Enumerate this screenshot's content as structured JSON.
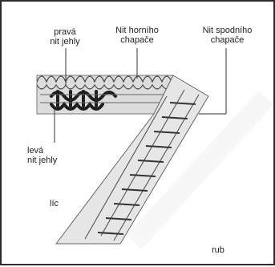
{
  "labels": {
    "right_needle_thread": "pravá\nnit jehly",
    "upper_looper_thread": "Nit horního\nchapače",
    "lower_looper_thread": "Nit spodního\nchapače",
    "left_needle_thread": "levá\nnit jehly",
    "face_side": "líc",
    "back_side": "rub"
  },
  "colors": {
    "fabric": "#d9d9d9",
    "fabric_edge": "#555555",
    "thread_dark": "#2a2a2a",
    "watermark": "#f2f2f2"
  }
}
